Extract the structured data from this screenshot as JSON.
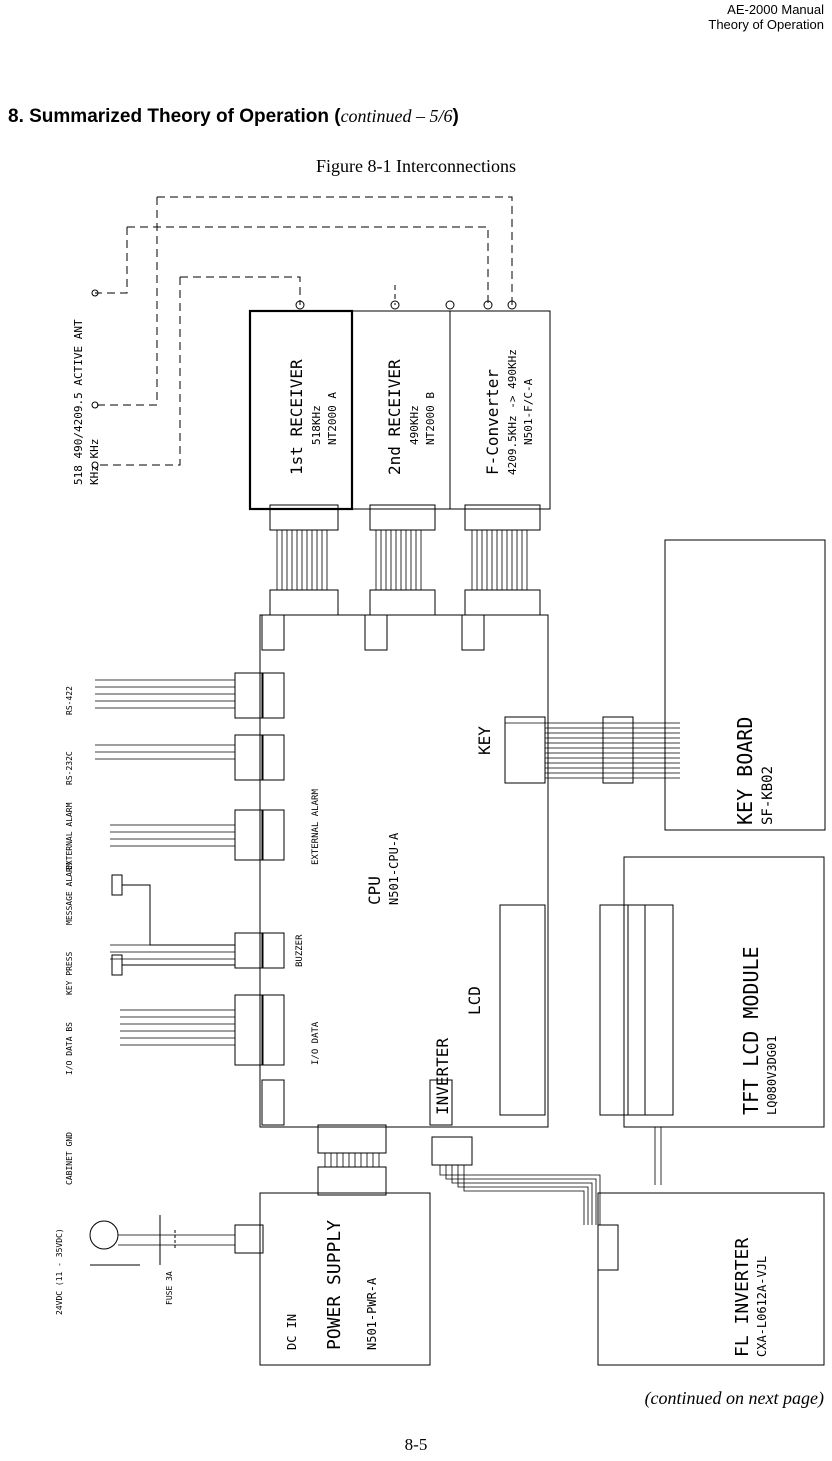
{
  "header": {
    "line1": "AE-2000 Manual",
    "line2": "Theory of Operation"
  },
  "section": {
    "prefix": "8.   Summarized Theory of Operation (",
    "continued": "continued – 5/6",
    "suffix": ")"
  },
  "figure_caption": "Figure 8-1   Interconnections",
  "footer": {
    "continued_next": "(continued on next page)",
    "page_number": "8-5"
  },
  "diagram": {
    "antenna_label": "518    490/4209.5  ACTIVE ANT",
    "antenna_unit": "KHz         KHz",
    "receiver1": {
      "title": "1st RECEIVER",
      "freq": "518KHz",
      "model": "NT2000 A"
    },
    "receiver2": {
      "title": "2nd RECEIVER",
      "freq": "490KHz",
      "model": "NT2000 B"
    },
    "converter": {
      "title": "F-Converter",
      "freq": "4209.5KHz -> 490KHz",
      "model": "N501-F/C-A"
    },
    "cpu": {
      "title": "CPU",
      "model": "N501-CPU-A"
    },
    "keyboard": {
      "title": "KEY BOARD",
      "model": "SF-KB02"
    },
    "lcd_module": {
      "title": "TFT LCD MODULE",
      "model": "LQ080V3DG01"
    },
    "power_supply": {
      "title": "POWER SUPPLY",
      "model": "N501-PWR-A",
      "sub": "DC IN"
    },
    "fl_inverter": {
      "title": "FL INVERTER",
      "model": "CXA-L0612A-VJL"
    },
    "cpu_labels": {
      "key": "KEY",
      "lcd": "LCD",
      "inverter": "INVERTER",
      "external_alarm": "EXTERNAL ALARM",
      "buzzer": "BUZZER",
      "io_data": "I/O DATA"
    },
    "left_labels": {
      "rs422": "RS-422",
      "rs232": "RS-232C",
      "ext_alarm": "EXTERNAL ALARM",
      "msg_buzzer": "MESSAGE ALARM",
      "key_buzzer": "KEY PRESS",
      "io_data": "I/O DATA BS",
      "cabinet": "CABINET GND",
      "power_in": "24VDC (11 - 35VDC)",
      "fuse": "FUSE 3A"
    }
  }
}
